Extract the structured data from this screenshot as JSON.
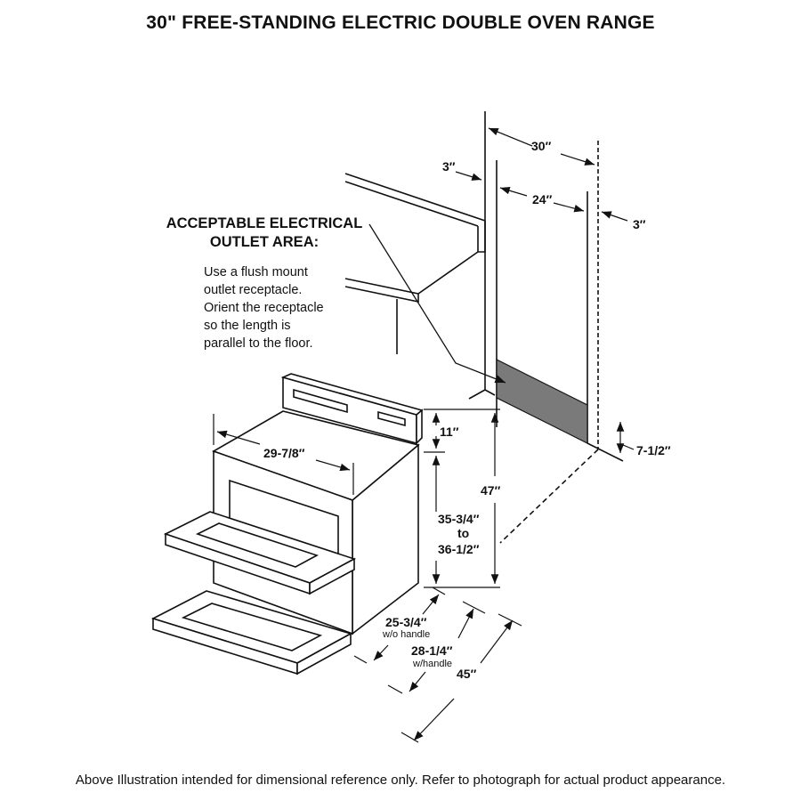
{
  "title": "30\" FREE-STANDING ELECTRIC DOUBLE OVEN RANGE",
  "outlet": {
    "heading": [
      "ACCEPTABLE ELECTRICAL",
      "OUTLET AREA:"
    ],
    "note": [
      "Use a flush mount",
      "outlet receptacle.",
      "Orient the receptacle",
      "so the length is",
      "parallel to the floor."
    ]
  },
  "dimensions": {
    "cabinet_gap_left": "3″",
    "opening_width": "30″",
    "outlet_area_width": "24″",
    "cabinet_gap_right": "3″",
    "outlet_height": "7-1/2″",
    "width": "29-7/8″",
    "backguard_height": "11″",
    "overall_height": "47″",
    "cooktop_height": [
      "35-3/4″",
      "to",
      "36-1/2″"
    ],
    "depth_without_handle": "25-3/4″",
    "depth_without_handle_note": "w/o handle",
    "depth_with_handle": "28-1/4″",
    "depth_with_handle_note": "w/handle",
    "depth_door_open": "45″"
  },
  "footer": "Above Illustration intended for dimensional reference only. Refer to photograph for actual product appearance.",
  "colors": {
    "line": "#111111",
    "outlet_fill": "#7a7a7a"
  }
}
